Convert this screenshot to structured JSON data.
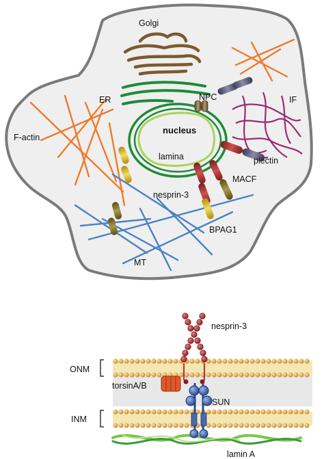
{
  "cell_diagram": {
    "labels": {
      "golgi": "Golgi",
      "er": "ER",
      "npc": "NPC",
      "if": "IF",
      "f_actin": "F-actin",
      "nucleus": "nucleus",
      "lamina": "lamina",
      "plectin": "plectin",
      "macf": "MACF",
      "nesprin3": "nesprin-3",
      "bpag1": "BPAG1",
      "mt": "MT"
    }
  },
  "membrane_diagram": {
    "labels": {
      "nesprin3": "nesprin-3",
      "onm": "ONM",
      "torsin": "torsinA/B",
      "sun": "SUN",
      "inm": "INM",
      "lamin_a": "lamin A"
    }
  },
  "colors": {
    "cell_fill": "#efefef",
    "cell_outline": "#7a7a7a",
    "golgi": "#7b5a30",
    "er": "#1f8a3a",
    "lamina": "#a9d35a",
    "f_actin": "#f07a2a",
    "microtubule": "#4a82c6",
    "intermediate_filament": "#9c2a6e",
    "nesprin": "#b43a3a",
    "plectin": "#5a5a78",
    "linker_yellow": "#e3c13a",
    "linker_olive": "#8a7a2a",
    "membrane_head": "#e6a23c",
    "sun": "#3a5ea8",
    "torsin": "#e05a2a"
  }
}
